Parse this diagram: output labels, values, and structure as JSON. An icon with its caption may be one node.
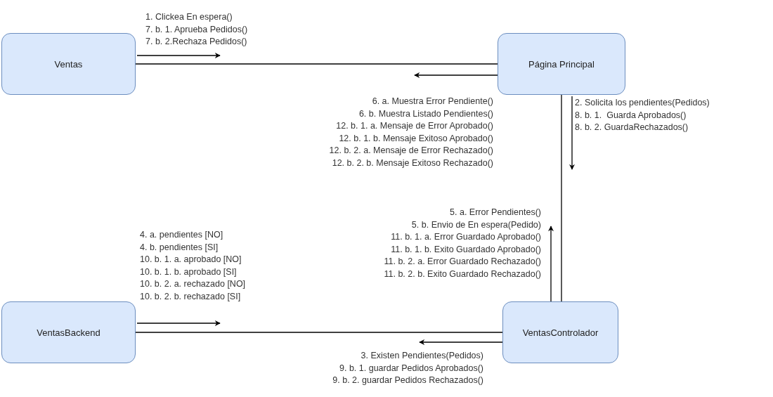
{
  "diagram": {
    "nodes": [
      {
        "text": [
          "Ventas"
        ]
      },
      {
        "text": [
          "Página Principal"
        ]
      },
      {
        "text": [
          "VentasBackend"
        ]
      },
      {
        "text": [
          "VentasControlador"
        ]
      }
    ],
    "edges": [
      {
        "from": 0,
        "to": 1,
        "arrow": "none"
      },
      {
        "from": 1,
        "to": 3,
        "arrow": "none"
      },
      {
        "from": 2,
        "to": 3,
        "arrow": "none"
      }
    ],
    "labels": [
      "1. Clickea En espera()",
      "7. b. 1. Aprueba Pedidos()",
      "7. b. 2.Rechaza Pedidos()",
      "6. a. Muestra Error Pendiente()",
      "6. b. Muestra Listado Pendientes()",
      "12. b. 1. a. Mensaje de Error Aprobado()",
      "12. b. 1. b. Mensaje Exitoso Aprobado()",
      "12. b. 2. a. Mensaje de Error Rechazado()",
      "12. b. 2. b. Mensaje Exitoso Rechazado()",
      "2. Solicita los pendientes(Pedidos)",
      "8. b. 1.  Guarda Aprobados()",
      "8. b. 2. GuardaRechazados()",
      "5. a. Error Pendientes()",
      "5. b. Envio de En espera(Pedido)",
      "11. b. 1. a. Error Guardado Aprobado()",
      "11. b. 1. b. Exito Guardado Aprobado()",
      "11. b. 2. a. Error Guardado Rechazado()",
      "11. b. 2. b. Exito Guardado Rechazado()",
      "4. a. pendientes [NO]",
      "4. b. pendientes [SI]",
      "10. b. 1. a. aprobado [NO]",
      "10. b. 1. b. aprobado [SI]",
      "10. b. 2. a. rechazado [NO]",
      "10. b. 2. b. rechazado [SI]",
      "3. Existen Pendientes(Pedidos)",
      "9. b. 1. guardar Pedidos Aprobados()",
      "9. b. 2. guardar Pedidos Rechazados()"
    ]
  }
}
